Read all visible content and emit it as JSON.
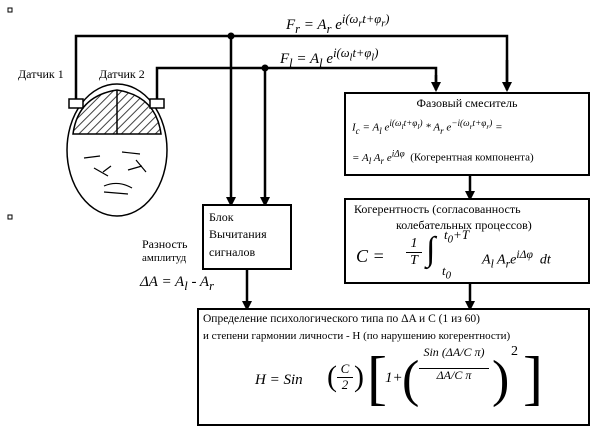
{
  "signals": {
    "fr_formula": "F_r = A_r e^{i(ω_r t+φ_r)}",
    "fl_formula": "F_l = A_l e^{i(ω_l t+φ_l)}"
  },
  "sensors": {
    "sensor1_label": "Датчик 1",
    "sensor2_label": "Датчик 2"
  },
  "phase_mixer": {
    "title": "Фазовый смеситель",
    "line1": "I_c = A_l e^{i(ω_l t+φ_l)} * A_r e^{-i(ω_r t+φ_r)} =",
    "line2": "= A_l A_r e^{iΔφ}",
    "line2_note": "(Когерентная компонента)"
  },
  "subtraction_block": {
    "line1": "Блок",
    "line2": "Вычитания",
    "line3": "сигналов"
  },
  "amplitude_diff": {
    "label1": "Разность",
    "label2": "амплитуд",
    "formula": "ΔA = A_l - A_r"
  },
  "coherence": {
    "title1": "Когерентность (согласованность",
    "title2": "колебательных процессов)",
    "formula_left": "C =",
    "fraction_num": "1",
    "fraction_den": "T",
    "integral_upper": "t_0+T",
    "integral_lower": "t_0",
    "integrand": "A_l A_r e^{iΔφ} dt"
  },
  "psych_type": {
    "line1": "Определение психологического типа  по  ΔA и C (1 из 60)",
    "line2": "и степени гармонии личности  - H (по нарушению когерентности)",
    "formula_h": "H = Sin(C/2) [1 + (Sin(ΔA/C π) / (ΔA/C π))^2]"
  },
  "colors": {
    "line": "#000000",
    "hatch": "#555555"
  }
}
